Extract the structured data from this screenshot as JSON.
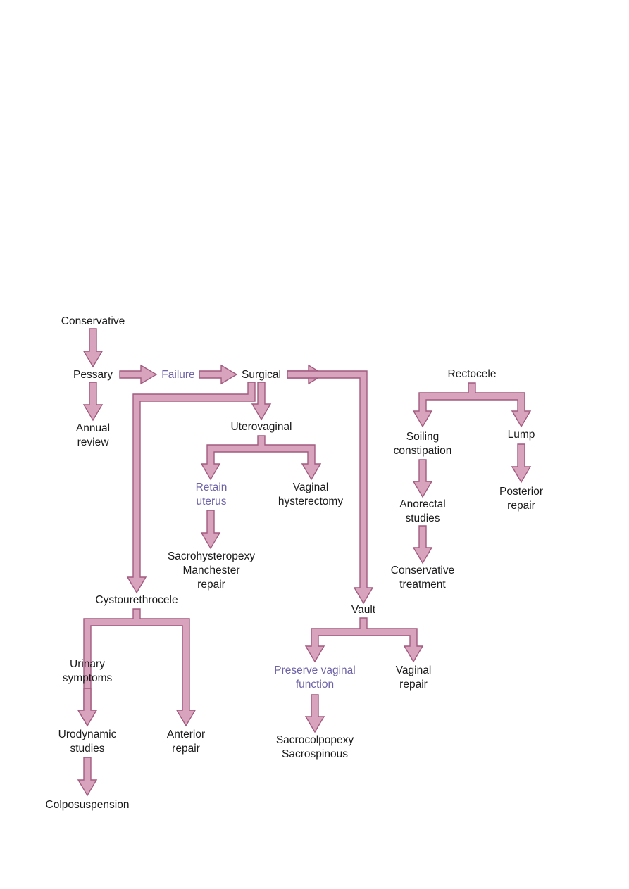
{
  "colors": {
    "arrow_fill": "#d8a3bd",
    "arrow_stroke": "#a25a7f",
    "text": "#1a1a1a",
    "accent_text": "#6f63a8"
  },
  "nodes": {
    "conservative": [
      "Conservative"
    ],
    "pessary": [
      "Pessary"
    ],
    "failure": [
      "Failure"
    ],
    "surgical": [
      "Surgical"
    ],
    "annual_review": [
      "Annual",
      "review"
    ],
    "uterovaginal": [
      "Uterovaginal"
    ],
    "retain_uterus": [
      "Retain",
      "uterus"
    ],
    "vaginal_hysterectomy": [
      "Vaginal",
      "hysterectomy"
    ],
    "sacrohysteropexy": [
      "Sacrohysteropexy",
      "Manchester",
      "repair"
    ],
    "cystourethrocele": [
      "Cystourethrocele"
    ],
    "urinary_symptoms": [
      "Urinary",
      "symptoms"
    ],
    "urodynamic_studies": [
      "Urodynamic",
      "studies"
    ],
    "colposuspension": [
      "Colposuspension"
    ],
    "anterior_repair": [
      "Anterior",
      "repair"
    ],
    "vault": [
      "Vault"
    ],
    "preserve_vaginal_function": [
      "Preserve vaginal",
      "function"
    ],
    "vaginal_repair": [
      "Vaginal",
      "repair"
    ],
    "sacrocolpopexy": [
      "Sacrocolpopexy",
      "Sacrospinous"
    ],
    "rectocele": [
      "Rectocele"
    ],
    "soiling_constipation": [
      "Soiling",
      "constipation"
    ],
    "lump": [
      "Lump"
    ],
    "anorectal_studies": [
      "Anorectal",
      "studies"
    ],
    "posterior_repair": [
      "Posterior",
      "repair"
    ],
    "conservative_treatment": [
      "Conservative",
      "treatment"
    ]
  }
}
